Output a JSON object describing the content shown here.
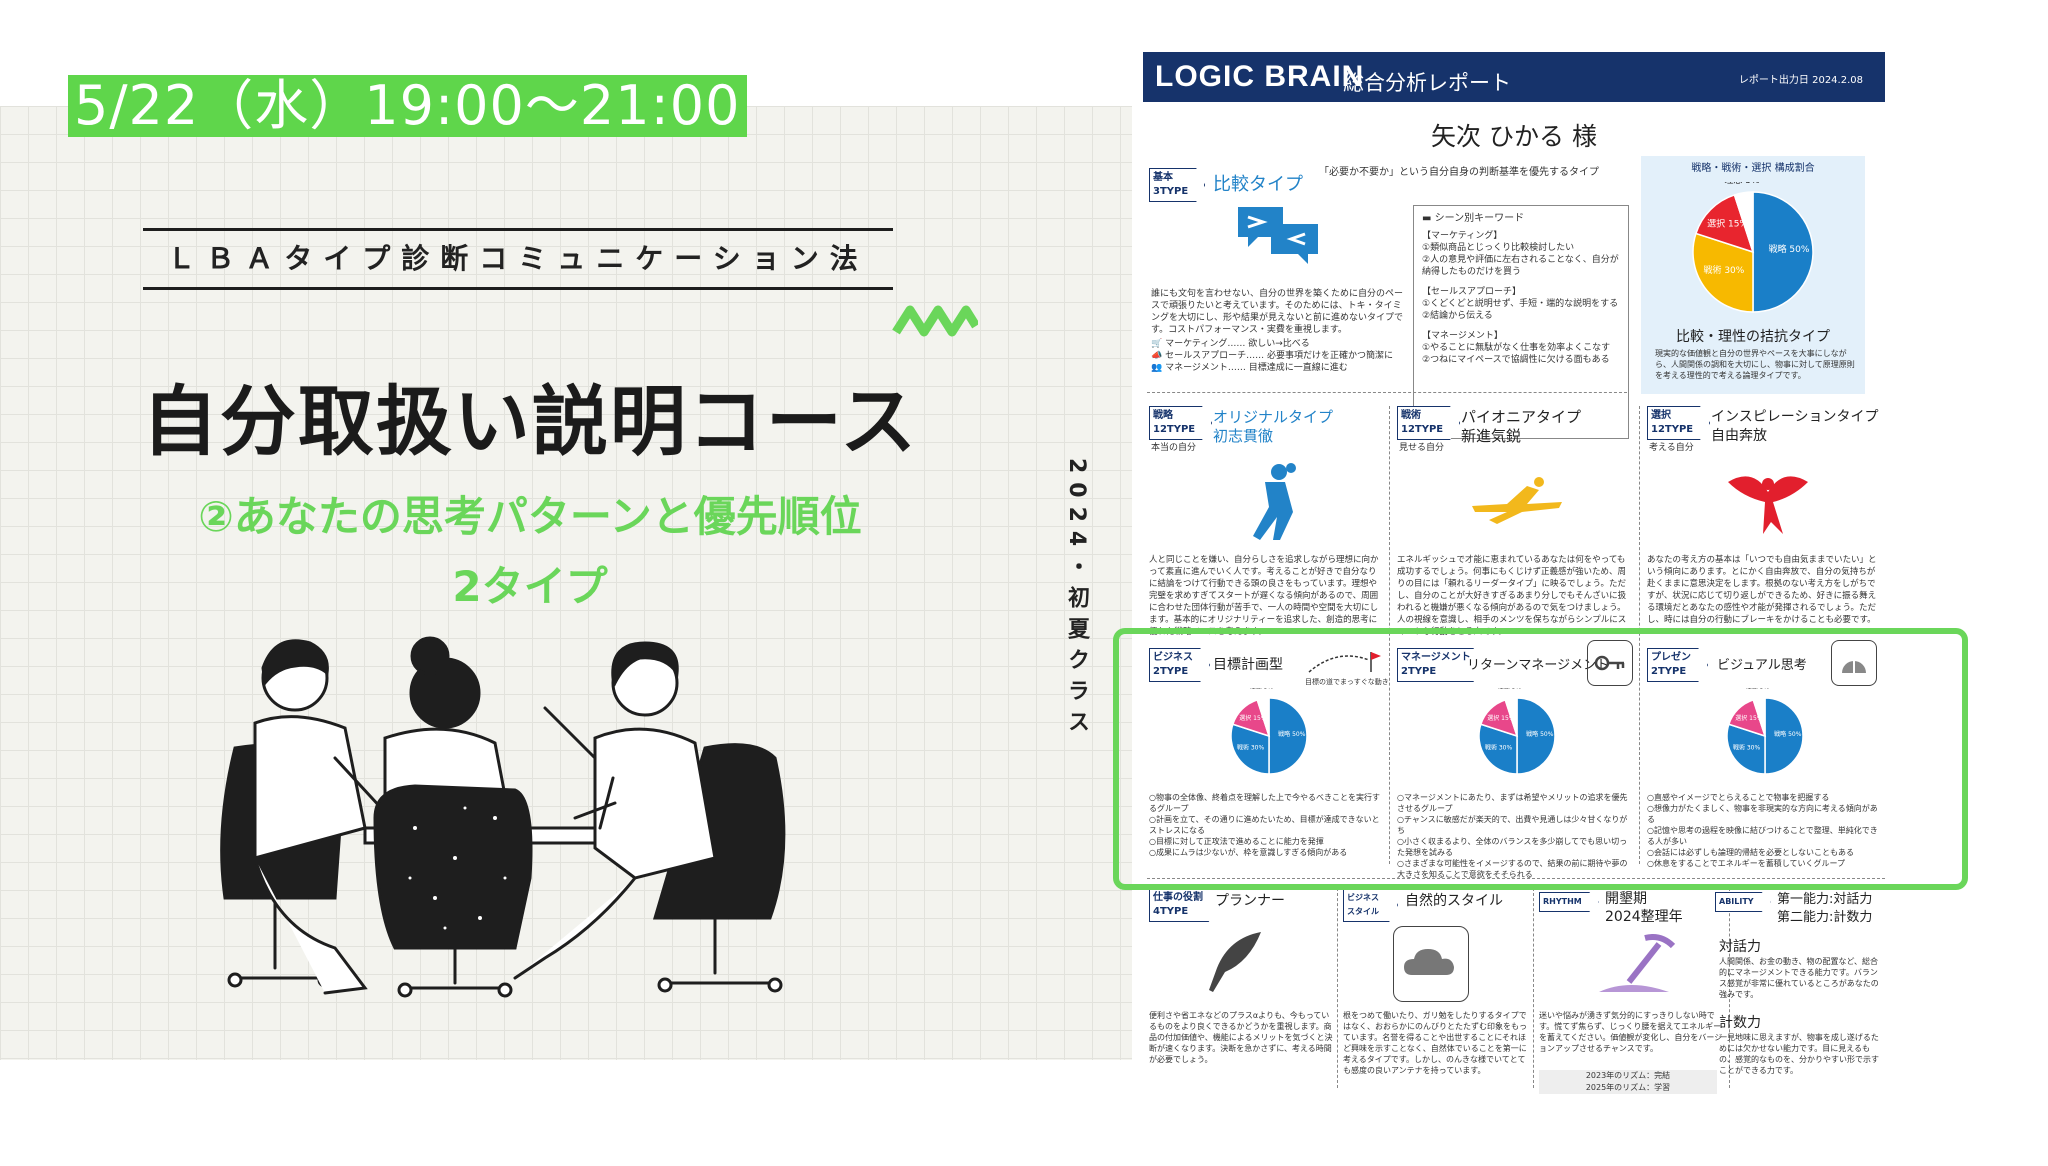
{
  "slide": {
    "date_time": "5/22（水）19:00〜21:00",
    "subtitle": "ＬＢＡタイプ診断コミュニケーション法",
    "course_title": "自分取扱い説明コース",
    "session_line1": "②あなたの思考パターンと優先順位",
    "session_line2": "2タイプ",
    "class_label": "2024・初夏クラス"
  },
  "report": {
    "brand": "LOGIC BRAIN",
    "report_kind": "総合分析レポート",
    "output_date": "レポート出力日 2024.2.08",
    "person_name": "矢次 ひかる 様",
    "basic": {
      "tag": "基本",
      "count": "3TYPE",
      "type_name": "比較タイプ",
      "quote": "「必要か不要か」という自分自身の判断基準を優先するタイプ",
      "description": "誰にも文句を言わせない、自分の世界を築くために自分のペースで頑張りたいと考えています。そのためには、トキ・タイミングを大切にし、形や結果が見えないと前に進めないタイプです。コストパフォーマンス・実費を重視します。",
      "scenes": [
        {
          "label": "マーケティング",
          "value": "欲しい→比べる"
        },
        {
          "label": "セールスアプローチ",
          "value": "必要事項だけを正確かつ簡潔に"
        },
        {
          "label": "マネージメント",
          "value": "目標達成に一直線に進む"
        }
      ],
      "keywords_title": "シーン別キーワード",
      "keywords": [
        "【マーケティング】",
        "①類似商品とじっくり比較検討したい",
        "②人の意見や評価に左右されることなく、自分が納得したものだけを買う",
        "【セールスアプローチ】",
        "①くどくどと説明せず、手短・端的な説明をする",
        "②結論から伝える",
        "【マネージメント】",
        "①やることに無駄がなく仕事を効率よくこなす",
        "②つねにマイペースで協調性に欠ける面もある"
      ]
    },
    "composition": {
      "title": "戦略・戦術・選択 構成割合",
      "slices": [
        {
          "label": "戦略",
          "value": 50,
          "color": "#1a7fc8"
        },
        {
          "label": "戦術",
          "value": 30,
          "color": "#f7b900"
        },
        {
          "label": "選択",
          "value": 15,
          "color": "#e8252e"
        },
        {
          "label": "理想",
          "value": 5,
          "color": "#ffffff"
        }
      ],
      "result_title": "比較・理性の拮抗タイプ",
      "result_desc": "現実的な価値観と自分の世界やペースを大事にしながら、人間関係の調和を大切にし、物事に対して原理原則を考える理性的で考える論理タイプです。"
    },
    "types": [
      {
        "tag": "戦略",
        "count": "12TYPE",
        "sub": "本当の自分",
        "name": "オリジナルタイプ",
        "kanji": "初志貫徹",
        "color": "#2283c8",
        "desc": "人と同じことを嫌い、自分らしさを追求しながら理想に向かって素直に進んでいく人です。考えることが好きで自分なりに結論をつけて行動できる頭の良さをもっています。理想や完璧を求めすぎてスタートが遅くなる傾向があるので、周囲に合わせた団体行動が苦手で、一人の時間や空間を大切にします。基本的にオリジナリティーを追求した、創造的思考に優れた戦略ベースを考えます。"
      },
      {
        "tag": "戦術",
        "count": "12TYPE",
        "sub": "見せる自分",
        "name": "パイオニアタイプ",
        "kanji": "新進気鋭",
        "color": "#222222",
        "desc": "エネルギッシュで才能に恵まれているあなたは何をやっても成功するでしょう。何事にもくじけず正義感が強いため、周りの目には「頼れるリーダータイプ」に映るでしょう。ただし、自分のことが大好きすぎるあまり分しでもそんざいに扱われると機嫌が悪くなる傾向があるので気をつけましょう。人の視線を意識し、相手のメンツを保ちながらシンプルにスマートな行動をとる人です。"
      },
      {
        "tag": "選択",
        "count": "12TYPE",
        "sub": "考える自分",
        "name": "インスピレーションタイプ",
        "kanji": "自由奔放",
        "color": "#222222",
        "desc": "あなたの考え方の基本は「いつでも自由気ままでいたい」という傾向にあります。とにかく自由奔放で、自分の気持ちが赴くままに意思決定をします。根拠のない考え方をしがちですが、状況に応じて切り返しができるため、好きに振る舞える環境だとあなたの感性や才能が発揮されるでしょう。ただし、時には自分の行動にブレーキをかけることも必要です。"
      }
    ],
    "business": [
      {
        "tag": "ビジネス",
        "count": "2TYPE",
        "name": "目標計画型",
        "note": "目標の道でまっすぐな動き",
        "points": [
          "○物事の全体像、終着点を理解した上で今やるべきことを実行するグループ",
          "○計画を立て、その通りに進めたいため、目標が達成できないとストレスになる",
          "○目標に対して正攻法で進めることに能力を発揮",
          "○成果にムラは少ないが、枠を意識しすぎる傾向がある"
        ]
      },
      {
        "tag": "マネージメント",
        "count": "2TYPE",
        "name": "リターンマネージメント",
        "points": [
          "○マネージメントにあたり、まずは希望やメリットの追求を優先させるグループ",
          "○チャンスに敏感だが楽天的で、出費や見通しは少々甘くなりがち",
          "○小さく収まるより、全体のバランスを多少崩してでも思い切った発想を試みる",
          "○さまざまな可能性をイメージするので、結果の前に期待や夢の大きさを知ることで意欲をそそられる"
        ]
      },
      {
        "tag": "プレゼン",
        "count": "2TYPE",
        "name": "ビジュアル思考",
        "points": [
          "○直感やイメージでとらえることで物事を把握する",
          "○想像力がたくましく、物事を非現実的な方向に考える傾向がある",
          "○記憶や思考の過程を映像に結びつけることで整理、単純化できる人が多い",
          "○会話には必ずしも論理的帰結を必要としないこともある",
          "○休息をすることでエネルギーを蓄積していくグループ"
        ]
      }
    ],
    "mini_pie": {
      "l1": "戦略",
      "v1": "50",
      "l2": "戦術",
      "v2": "30",
      "l3": "選択",
      "v3": "15",
      "l4": "理想",
      "v4": "5"
    },
    "bottom": {
      "role": {
        "tag": "仕事の役割",
        "count": "4TYPE",
        "name": "プランナー",
        "desc": "便利さや省エネなどのプラスαよりも、今もっているものをより良くできるかどうかを重視します。商品の付加価値や、機能によるメリットを気づくと決断が速くなります。決断を急かさずに、考える時間が必要でしょう。"
      },
      "style": {
        "tag": "ビジネス スタイル",
        "name": "自然的スタイル",
        "desc": "根をつめて働いたり、ガリ勉をしたりするタイプではなく、おおらかにのんびりとたたずむ印象をもっています。名誉を得ることや出世することにそれほど興味を示すことなく、自然体でいることを第一に考えるタイプです。しかし、のんきな様でいてとても感度の良いアンテナを持っています。"
      },
      "rhythm": {
        "tag": "RHYTHM",
        "name": "開墾期",
        "year": "2024整理年",
        "desc": "迷いや悩みが湧きず気分的にすっきりしない時です。慌てず焦らず、じっくり腰を据えてエネルギーを蓄えてください。価値観が変化し、自分をバージョンアップさせるチャンスです。",
        "r2023": "2023年のリズム：完結",
        "r2025": "2025年のリズム：学習"
      },
      "ability": {
        "tag": "ABILITY",
        "first": "第一能力:対話力",
        "second": "第二能力:計数力",
        "a1_title": "対話力",
        "a1_desc": "人間関係、お金の動き、物の配置など、総合的にマネージメントできる能力です。バランス感覚が非常に優れているところがあなたの強みです。",
        "a2_title": "計数力",
        "a2_desc": "一見地味に思えますが、物事を成し遂げるためには欠かせない能力です。目に見えるもの、感覚的なものを、分かりやすい形で示すことができる力です。"
      }
    }
  }
}
